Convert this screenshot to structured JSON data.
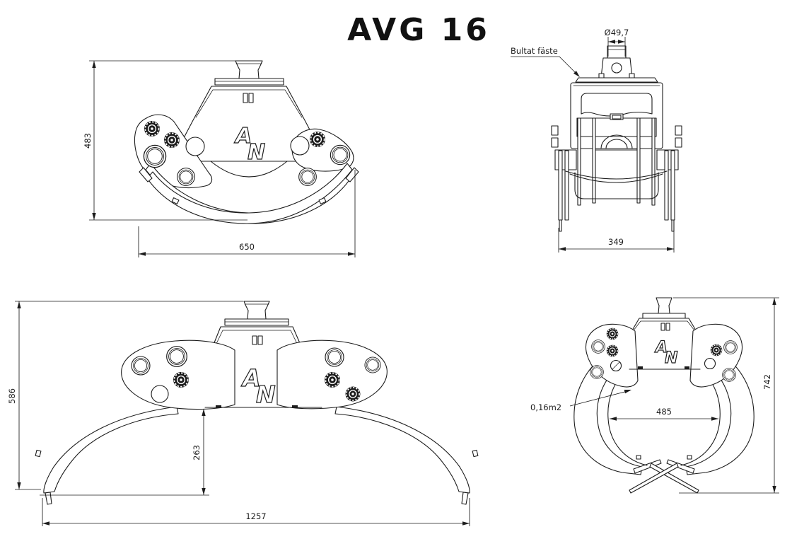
{
  "title": "AVG 16",
  "brand_mark": {
    "top_letter": "A",
    "bottom_letter": "N"
  },
  "views": {
    "front_closed": {
      "height": "483",
      "width": "650"
    },
    "side": {
      "mount_label": "Bultat fäste",
      "pin_diameter": "Ø49,7",
      "width": "349"
    },
    "front_open": {
      "height": "586",
      "tip_drop": "263",
      "width": "1257"
    },
    "front_grip": {
      "height": "742",
      "inner_width": "485",
      "grapple_area": "0,16m2"
    }
  }
}
